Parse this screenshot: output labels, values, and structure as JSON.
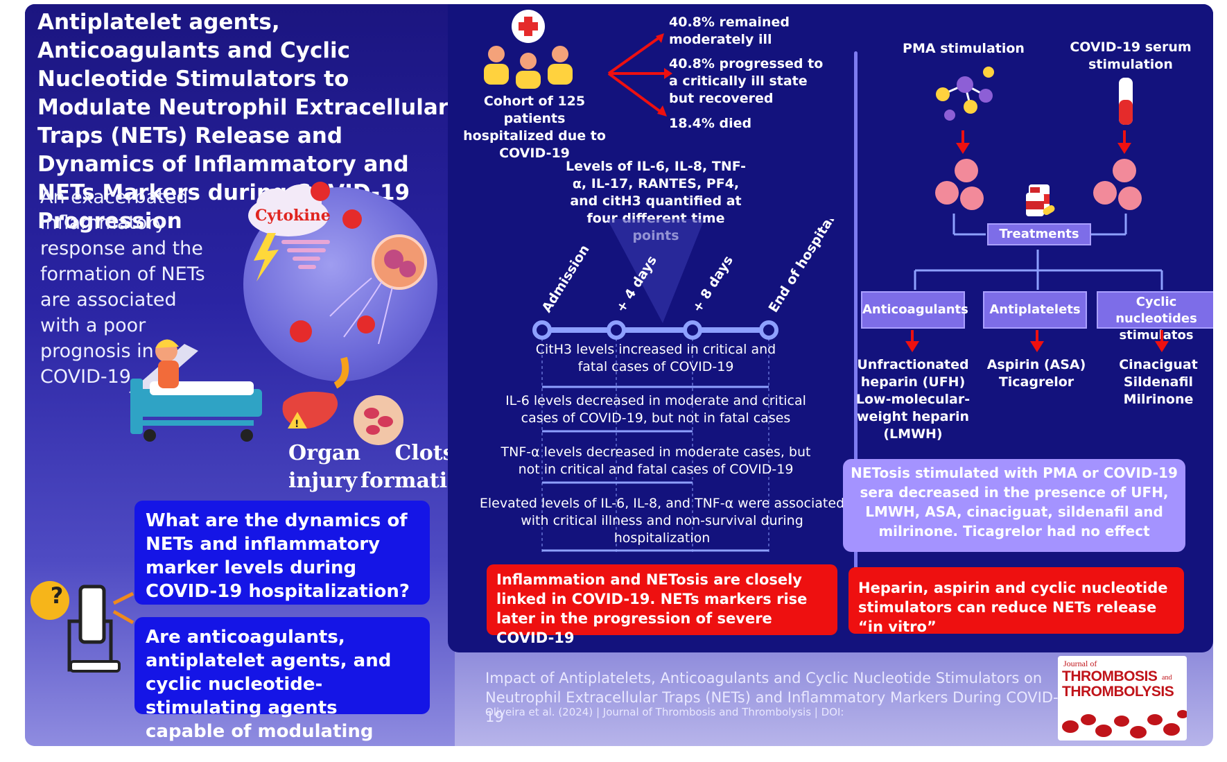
{
  "title": "Antiplatelet agents, Anticoagulants and Cyclic Nucleotide Stimulators to Modulate Neutrophil Extracellular Traps (NETs) Release and Dynamics of Inflammatory and NETs Markers during COVID-19 Progression",
  "intro": "An exacerbated inflammatory response and the formation of NETs are associated with a poor prognosis in COVID-19",
  "illustration": {
    "cytokine_label": "Cytokine",
    "organ_label_1": "Organ",
    "organ_label_2": "injury",
    "clots_label_1": "Clots",
    "clots_label_2": "formation",
    "question_mark": "?"
  },
  "questions": [
    "What are the dynamics of NETs and inflammatory marker levels during COVID-19 hospitalization?",
    "Are anticoagulants, antiplatelet agents, and cyclic nucleotide-stimulating agents capable of modulating NETs release?"
  ],
  "cohort": {
    "label": "Cohort of 125 patients hospitalized due to COVID-19",
    "outcomes": [
      "40.8% remained moderately ill",
      "40.8% progressed to a critically ill state but recovered",
      "18.4% died"
    ]
  },
  "markers_text": "Levels of IL-6, IL-8, TNF-α, IL-17, RANTES, PF4, and citH3 quantified at four different time points",
  "timepoints": [
    "Admission",
    "+ 4 days",
    "+ 8 days",
    "End of hospitalization"
  ],
  "findings": [
    "CitH3 levels  increased in critical and fatal cases of COVID-19",
    "IL-6 levels decreased in moderate and critical cases of COVID-19, but not in fatal cases",
    "TNF-α levels decreased in moderate cases, but not in critical and fatal cases of COVID-19",
    "Elevated levels of IL-6, IL-8, and TNF-α were associated with critical illness and non-survival during hospitalization"
  ],
  "conclusion_left": "Inflammation and NETosis are closely linked in COVID-19. NETs markers rise later in the progression of severe COVID-19",
  "stimulation": {
    "pma": "PMA stimulation",
    "serum": "COVID-19 serum stimulation"
  },
  "treatments_label": "Treatments",
  "categories": [
    {
      "name": "Anticoagulants",
      "items": [
        "Unfractionated heparin (UFH)",
        "Low-molecular-weight heparin (LMWH)"
      ]
    },
    {
      "name": "Antiplatelets",
      "items": [
        "Aspirin (ASA)",
        "Ticagrelor"
      ]
    },
    {
      "name": "Cyclic nucleotides stimulatos",
      "items": [
        "Cinaciguat",
        "Sildenafil",
        "Milrinone"
      ]
    }
  ],
  "netosis_result": "NETosis stimulated with PMA or COVID-19 sera decreased in the  presence of UFH, LMWH, ASA, cinaciguat, sildenafil and milrinone. Ticagrelor had no effect",
  "conclusion_right": "Heparin, aspirin and cyclic nucleotide stimulators can reduce NETs release “in vitro”",
  "footer": {
    "title": "Impact of Antiplatelets, Anticoagulants and Cyclic Nucleotide Stimulators on Neutrophil Extracellular Traps (NETs) and Inflammatory Markers During COVID-19",
    "citation": "Oliveira et al. (2024) |  Journal of Thrombosis and Thrombolysis |  DOI:"
  },
  "journal": {
    "line1": "Journal of",
    "line2": "THROMBOSIS",
    "line3": "and",
    "line4": "THROMBOLYSIS"
  },
  "colors": {
    "dark_navy": "#13127d",
    "question_blue": "#1515e6",
    "alert_red": "#ee1010",
    "lavender": "#a493ff",
    "label_purple": "#7d6de8"
  }
}
